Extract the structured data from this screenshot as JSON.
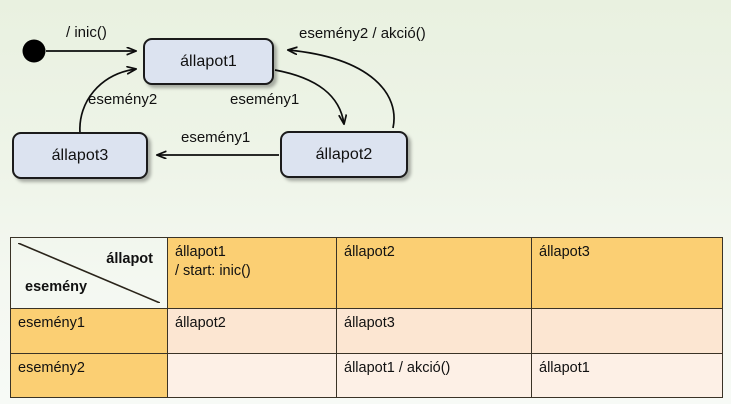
{
  "diagram": {
    "type": "uml-state-machine",
    "initial_node": "filled-circle",
    "states": [
      {
        "id": "state1",
        "label": "állapot1"
      },
      {
        "id": "state2",
        "label": "állapot2"
      },
      {
        "id": "state3",
        "label": "állapot3"
      }
    ],
    "transitions": [
      {
        "id": "t-init",
        "from": "initial",
        "to": "állapot1",
        "label": "/ inic()"
      },
      {
        "id": "t-1-2",
        "from": "állapot1",
        "to": "állapot2",
        "label": "esemény1"
      },
      {
        "id": "t-2-1",
        "from": "állapot2",
        "to": "állapot1",
        "label": "esemény2 / akció()"
      },
      {
        "id": "t-2-3",
        "from": "állapot2",
        "to": "állapot3",
        "label": "esemény1"
      },
      {
        "id": "t-3-1",
        "from": "állapot3",
        "to": "állapot1",
        "label": "esemény2"
      }
    ],
    "labels": {
      "inic": "/ inic()",
      "esemeny2_akcio": "esemény2 / akció()",
      "esemeny2": "esemény2",
      "esemeny1_mid": "esemény1",
      "esemeny1_bottom": "esemény1"
    },
    "colors": {
      "state_fill": "#dce3f0",
      "state_border": "#1b1b1b",
      "background_top": "#e9f1e0",
      "background_bottom": "#f7faf6"
    }
  },
  "table": {
    "corner": {
      "column_axis": "állapot",
      "row_axis": "esemény"
    },
    "column_headers": [
      {
        "line1": "állapot1",
        "line2": "/ start: inic()"
      },
      {
        "line1": "állapot2",
        "line2": ""
      },
      {
        "line1": "állapot3",
        "line2": ""
      }
    ],
    "rows": [
      {
        "header": "esemény1",
        "cells": [
          "állapot2",
          "állapot3",
          ""
        ]
      },
      {
        "header": "esemény2",
        "cells": [
          "",
          "állapot1  / akció()",
          "állapot1"
        ]
      }
    ],
    "colors": {
      "header_fill": "#fbcf73",
      "body_fill_row1": "#fce6d2",
      "body_fill_row2": "#fdf0e6",
      "border": "#3a3326"
    }
  }
}
